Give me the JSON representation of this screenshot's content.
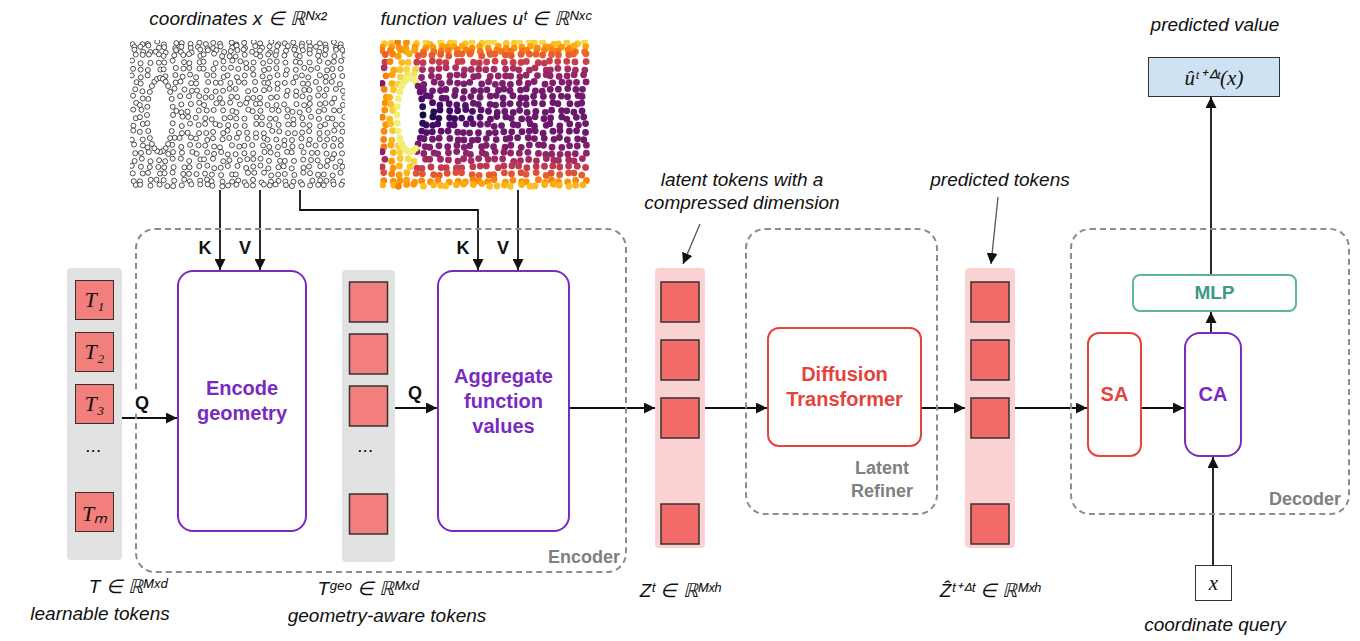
{
  "diagram": {
    "nodes": [
      {
        "text": [
          "coordinates x ∈ ℝᴺˣ²"
        ]
      },
      {
        "text": [
          "function values uᵗ ∈ ℝᴺˣᶜ"
        ]
      },
      {
        "text": [
          "T ∈ ℝᴹˣᵈ",
          "learnable tokens"
        ]
      },
      {
        "text": [
          "T₁"
        ],
        "in": 2
      },
      {
        "text": [
          "T₂"
        ],
        "in": 2
      },
      {
        "text": [
          "T₃"
        ],
        "in": 2
      },
      {
        "text": [
          "Tₘ"
        ],
        "in": 2
      },
      {
        "text": [
          "Encoder"
        ]
      },
      {
        "text": [
          "Encode geometry"
        ],
        "in": 7
      },
      {
        "text": [
          "Tᵍᵉᵒ ∈ ℝᴹˣᵈ",
          "geometry-aware tokens"
        ],
        "in": 7
      },
      {
        "text": [
          "Aggregate function values"
        ],
        "in": 7
      },
      {
        "text": [
          "Zᵗ ∈ ℝᴹˣʰ"
        ]
      },
      {
        "text": [
          "Latent Refiner"
        ]
      },
      {
        "text": [
          "Diffusion Transformer"
        ],
        "in": 12
      },
      {
        "text": [
          "Ẑᵗ⁺ᐞᵗ ∈ ℝᴹˣʰ"
        ]
      },
      {
        "text": [
          "Decoder"
        ]
      },
      {
        "text": [
          "SA"
        ],
        "in": 15
      },
      {
        "text": [
          "CA"
        ],
        "in": 15
      },
      {
        "text": [
          "MLP"
        ],
        "in": 15
      },
      {
        "text": [
          "predicted value",
          "ûᵗ⁺ᐞᵗ(x)"
        ]
      },
      {
        "text": [
          "x",
          "coordinate query"
        ]
      }
    ],
    "edges": [
      {
        "from": 0,
        "to": 8,
        "label": "K",
        "arrow": "to"
      },
      {
        "from": 0,
        "to": 8,
        "label": "V",
        "arrow": "to"
      },
      {
        "from": 0,
        "to": 10,
        "label": "K",
        "arrow": "to"
      },
      {
        "from": 1,
        "to": 10,
        "label": "V",
        "arrow": "to"
      },
      {
        "from": 2,
        "to": 8,
        "label": "Q",
        "arrow": "to"
      },
      {
        "from": 9,
        "to": 10,
        "label": "Q",
        "arrow": "to"
      },
      {
        "from": 10,
        "to": 11,
        "arrow": "to"
      },
      {
        "from": 11,
        "to": 13,
        "arrow": "to"
      },
      {
        "from": 13,
        "to": 14,
        "arrow": "to"
      },
      {
        "from": 14,
        "to": 16,
        "arrow": "to"
      },
      {
        "from": 16,
        "to": 17,
        "arrow": "to"
      },
      {
        "from": 17,
        "to": 18,
        "arrow": "to"
      },
      {
        "from": 18,
        "to": 19,
        "arrow": "to"
      },
      {
        "from": 20,
        "to": 17,
        "arrow": "to"
      }
    ],
    "labels": [
      "...",
      "...",
      "latent tokens with a compressed dimension",
      "predicted tokens"
    ]
  }
}
